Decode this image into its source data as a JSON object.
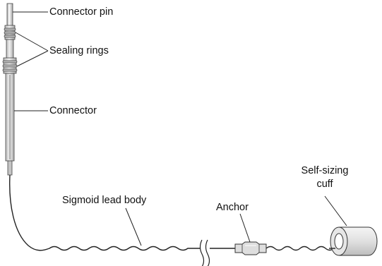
{
  "labels": {
    "connector_pin": "Connector pin",
    "sealing_rings": "Sealing rings",
    "connector": "Connector",
    "lead_body": "Sigmoid lead body",
    "anchor": "Anchor",
    "cuff_line1": "Self-sizing",
    "cuff_line2": "cuff"
  },
  "colors": {
    "line": "#222222",
    "fill_light": "#eeeeee",
    "fill_mid": "#d6d6d6",
    "fill_dark": "#9a9a9a"
  }
}
